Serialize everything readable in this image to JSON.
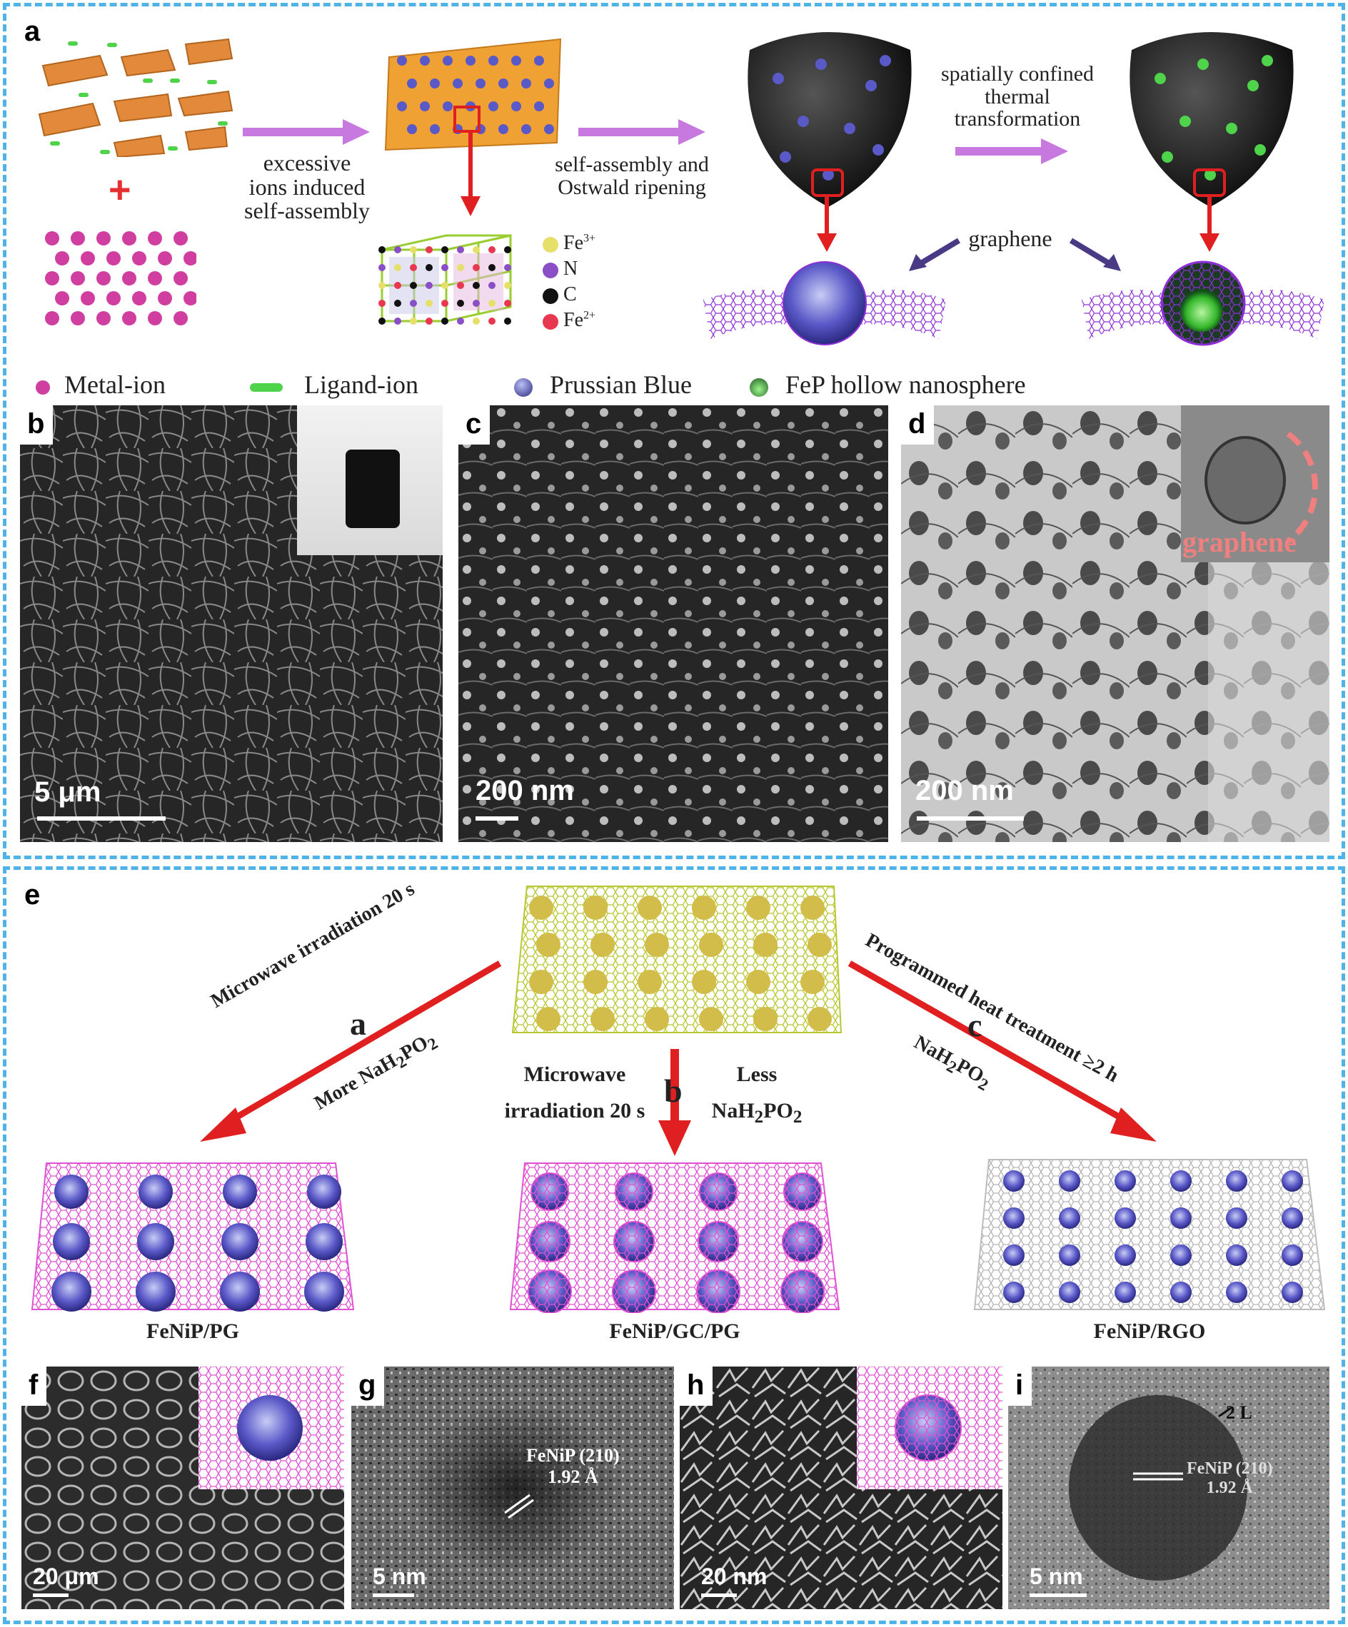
{
  "panel_a": {
    "label": "a",
    "arrow1_text": [
      "excessive",
      "ions induced",
      "self-assembly"
    ],
    "arrow2_text": [
      "self-assembly and",
      "Ostwald ripening"
    ],
    "arrow3_text": [
      "spatially confined",
      "thermal",
      "transformation"
    ],
    "graphene_label": "graphene",
    "lattice_legend": [
      {
        "symbol": "Fe",
        "sup": "3+",
        "color": "#e6e06a"
      },
      {
        "symbol": "N",
        "sup": "",
        "color": "#8a4fc7"
      },
      {
        "symbol": "C",
        "sup": "",
        "color": "#111111"
      },
      {
        "symbol": "Fe",
        "sup": "2+",
        "color": "#e8384f"
      }
    ]
  },
  "legend": [
    {
      "label": "Metal-ion",
      "icon": "metal-ion-icon"
    },
    {
      "label": "Ligand-ion",
      "icon": "ligand-ion-icon"
    },
    {
      "label": "Prussian Blue",
      "icon": "prussian-blue-icon"
    },
    {
      "label": "FeP hollow nanosphere",
      "icon": "fep-nanosphere-icon"
    }
  ],
  "micrographs_top": [
    {
      "label": "b",
      "scale": "5 μm"
    },
    {
      "label": "c",
      "scale": "200 nm"
    },
    {
      "label": "d",
      "scale": "200 nm",
      "inset_label": "graphene"
    }
  ],
  "panel_e": {
    "label": "e",
    "route_a": {
      "letter": "a",
      "line1": "Microwave irradiation 20 s",
      "line2": "More NaH",
      "sub": "2",
      "line2b": "PO",
      "sub2": "2"
    },
    "route_b": {
      "letter": "b",
      "left1": "Microwave",
      "left2": "irradiation 20 s",
      "right1": "Less",
      "right2": "NaH",
      "sub": "2",
      "right2b": "PO",
      "sub2": "2"
    },
    "route_c": {
      "letter": "c",
      "line1": "Programmed heat treatment ≥2 h",
      "line2": "NaH",
      "sub": "2",
      "line2b": "PO",
      "sub2": "2"
    },
    "products": [
      "FeNiP/PG",
      "FeNiP/GC/PG",
      "FeNiP/RGO"
    ]
  },
  "micrographs_bottom": [
    {
      "label": "f",
      "scale": "20 μm"
    },
    {
      "label": "g",
      "scale": "5 nm",
      "annotation1": "FeNiP (210)",
      "annotation2": "1.92 Å"
    },
    {
      "label": "h",
      "scale": "20 nm"
    },
    {
      "label": "i",
      "scale": "5 nm",
      "annotation1": "FeNiP (210)",
      "annotation2": "1.92 Å",
      "annotation3": "2 L"
    }
  ]
}
